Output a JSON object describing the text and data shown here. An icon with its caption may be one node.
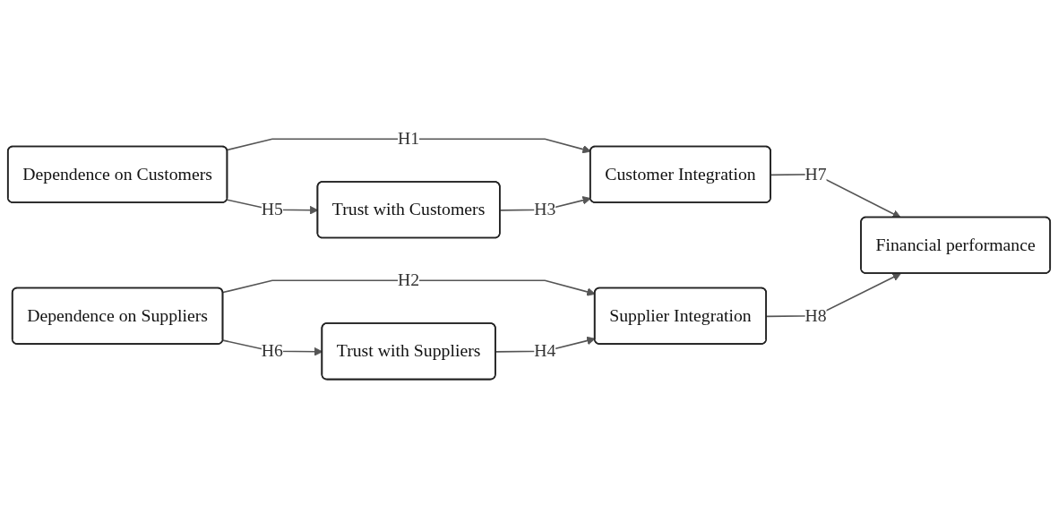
{
  "diagram": {
    "nodes": [
      {
        "text": [
          "Dependence on Customers"
        ]
      },
      {
        "text": [
          "Trust with Customers"
        ]
      },
      {
        "text": [
          "Dependence on Suppliers"
        ]
      },
      {
        "text": [
          "Trust with Suppliers"
        ]
      },
      {
        "text": [
          "Customer Integration"
        ]
      },
      {
        "text": [
          "Supplier Integration"
        ]
      },
      {
        "text": [
          "Financial performance"
        ]
      }
    ],
    "edges": [
      {
        "from": 0,
        "to": 4,
        "label": "H1",
        "arrow": "to"
      },
      {
        "from": 0,
        "to": 1,
        "label": "H5",
        "arrow": "to"
      },
      {
        "from": 1,
        "to": 4,
        "label": "H3",
        "arrow": "to"
      },
      {
        "from": 4,
        "to": 6,
        "label": "H7",
        "arrow": "to"
      },
      {
        "from": 2,
        "to": 5,
        "label": "H2",
        "arrow": "to"
      },
      {
        "from": 2,
        "to": 3,
        "label": "H6",
        "arrow": "to"
      },
      {
        "from": 3,
        "to": 5,
        "label": "H4",
        "arrow": "to"
      },
      {
        "from": 5,
        "to": 6,
        "label": "H8",
        "arrow": "to"
      }
    ]
  }
}
